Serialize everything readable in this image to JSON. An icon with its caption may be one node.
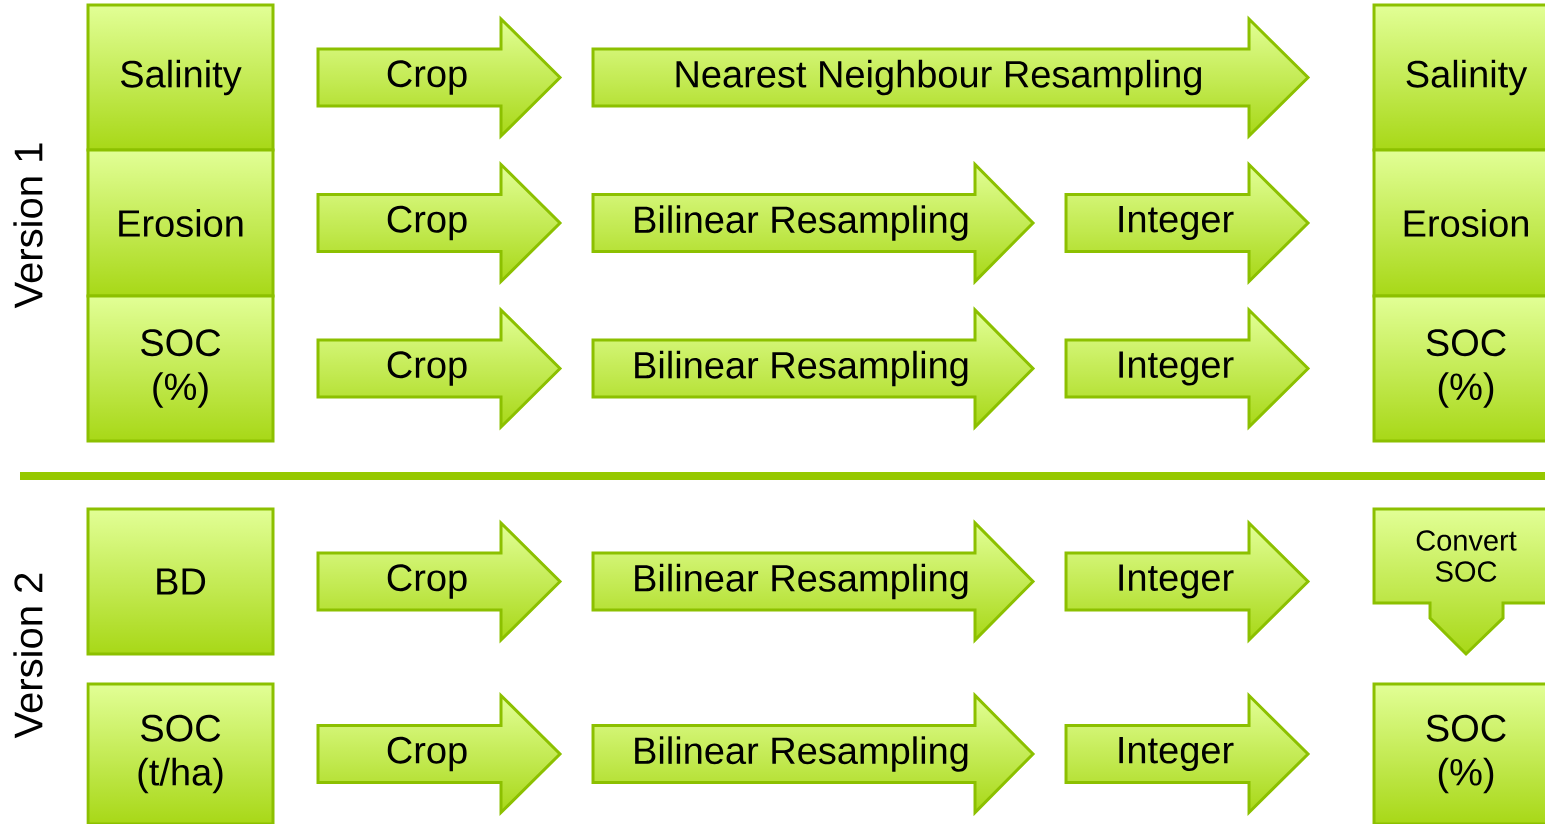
{
  "diagram": {
    "nodes": [
      {
        "text": [
          "Salinity"
        ]
      },
      {
        "text": [
          "Crop"
        ]
      },
      {
        "text": [
          "Nearest Neighbour Resampling"
        ]
      },
      {
        "text": [
          "Salinity"
        ]
      },
      {
        "text": [
          "Erosion"
        ]
      },
      {
        "text": [
          "Crop"
        ]
      },
      {
        "text": [
          "Bilinear Resampling"
        ]
      },
      {
        "text": [
          "Integer"
        ]
      },
      {
        "text": [
          "Erosion"
        ]
      },
      {
        "text": [
          "SOC (%)"
        ]
      },
      {
        "text": [
          "Crop"
        ]
      },
      {
        "text": [
          "Bilinear Resampling"
        ]
      },
      {
        "text": [
          "Integer"
        ]
      },
      {
        "text": [
          "SOC (%)"
        ]
      },
      {
        "text": [
          "BD"
        ]
      },
      {
        "text": [
          "Crop"
        ]
      },
      {
        "text": [
          "Bilinear Resampling"
        ]
      },
      {
        "text": [
          "Integer"
        ]
      },
      {
        "text": [
          "Convert SOC"
        ]
      },
      {
        "text": [
          "SOC (t/ha)"
        ]
      },
      {
        "text": [
          "Crop"
        ]
      },
      {
        "text": [
          "Bilinear Resampling"
        ]
      },
      {
        "text": [
          "Integer"
        ]
      },
      {
        "text": [
          "SOC (%)"
        ]
      }
    ],
    "labels": [
      "Version 1",
      "Version 2"
    ]
  }
}
